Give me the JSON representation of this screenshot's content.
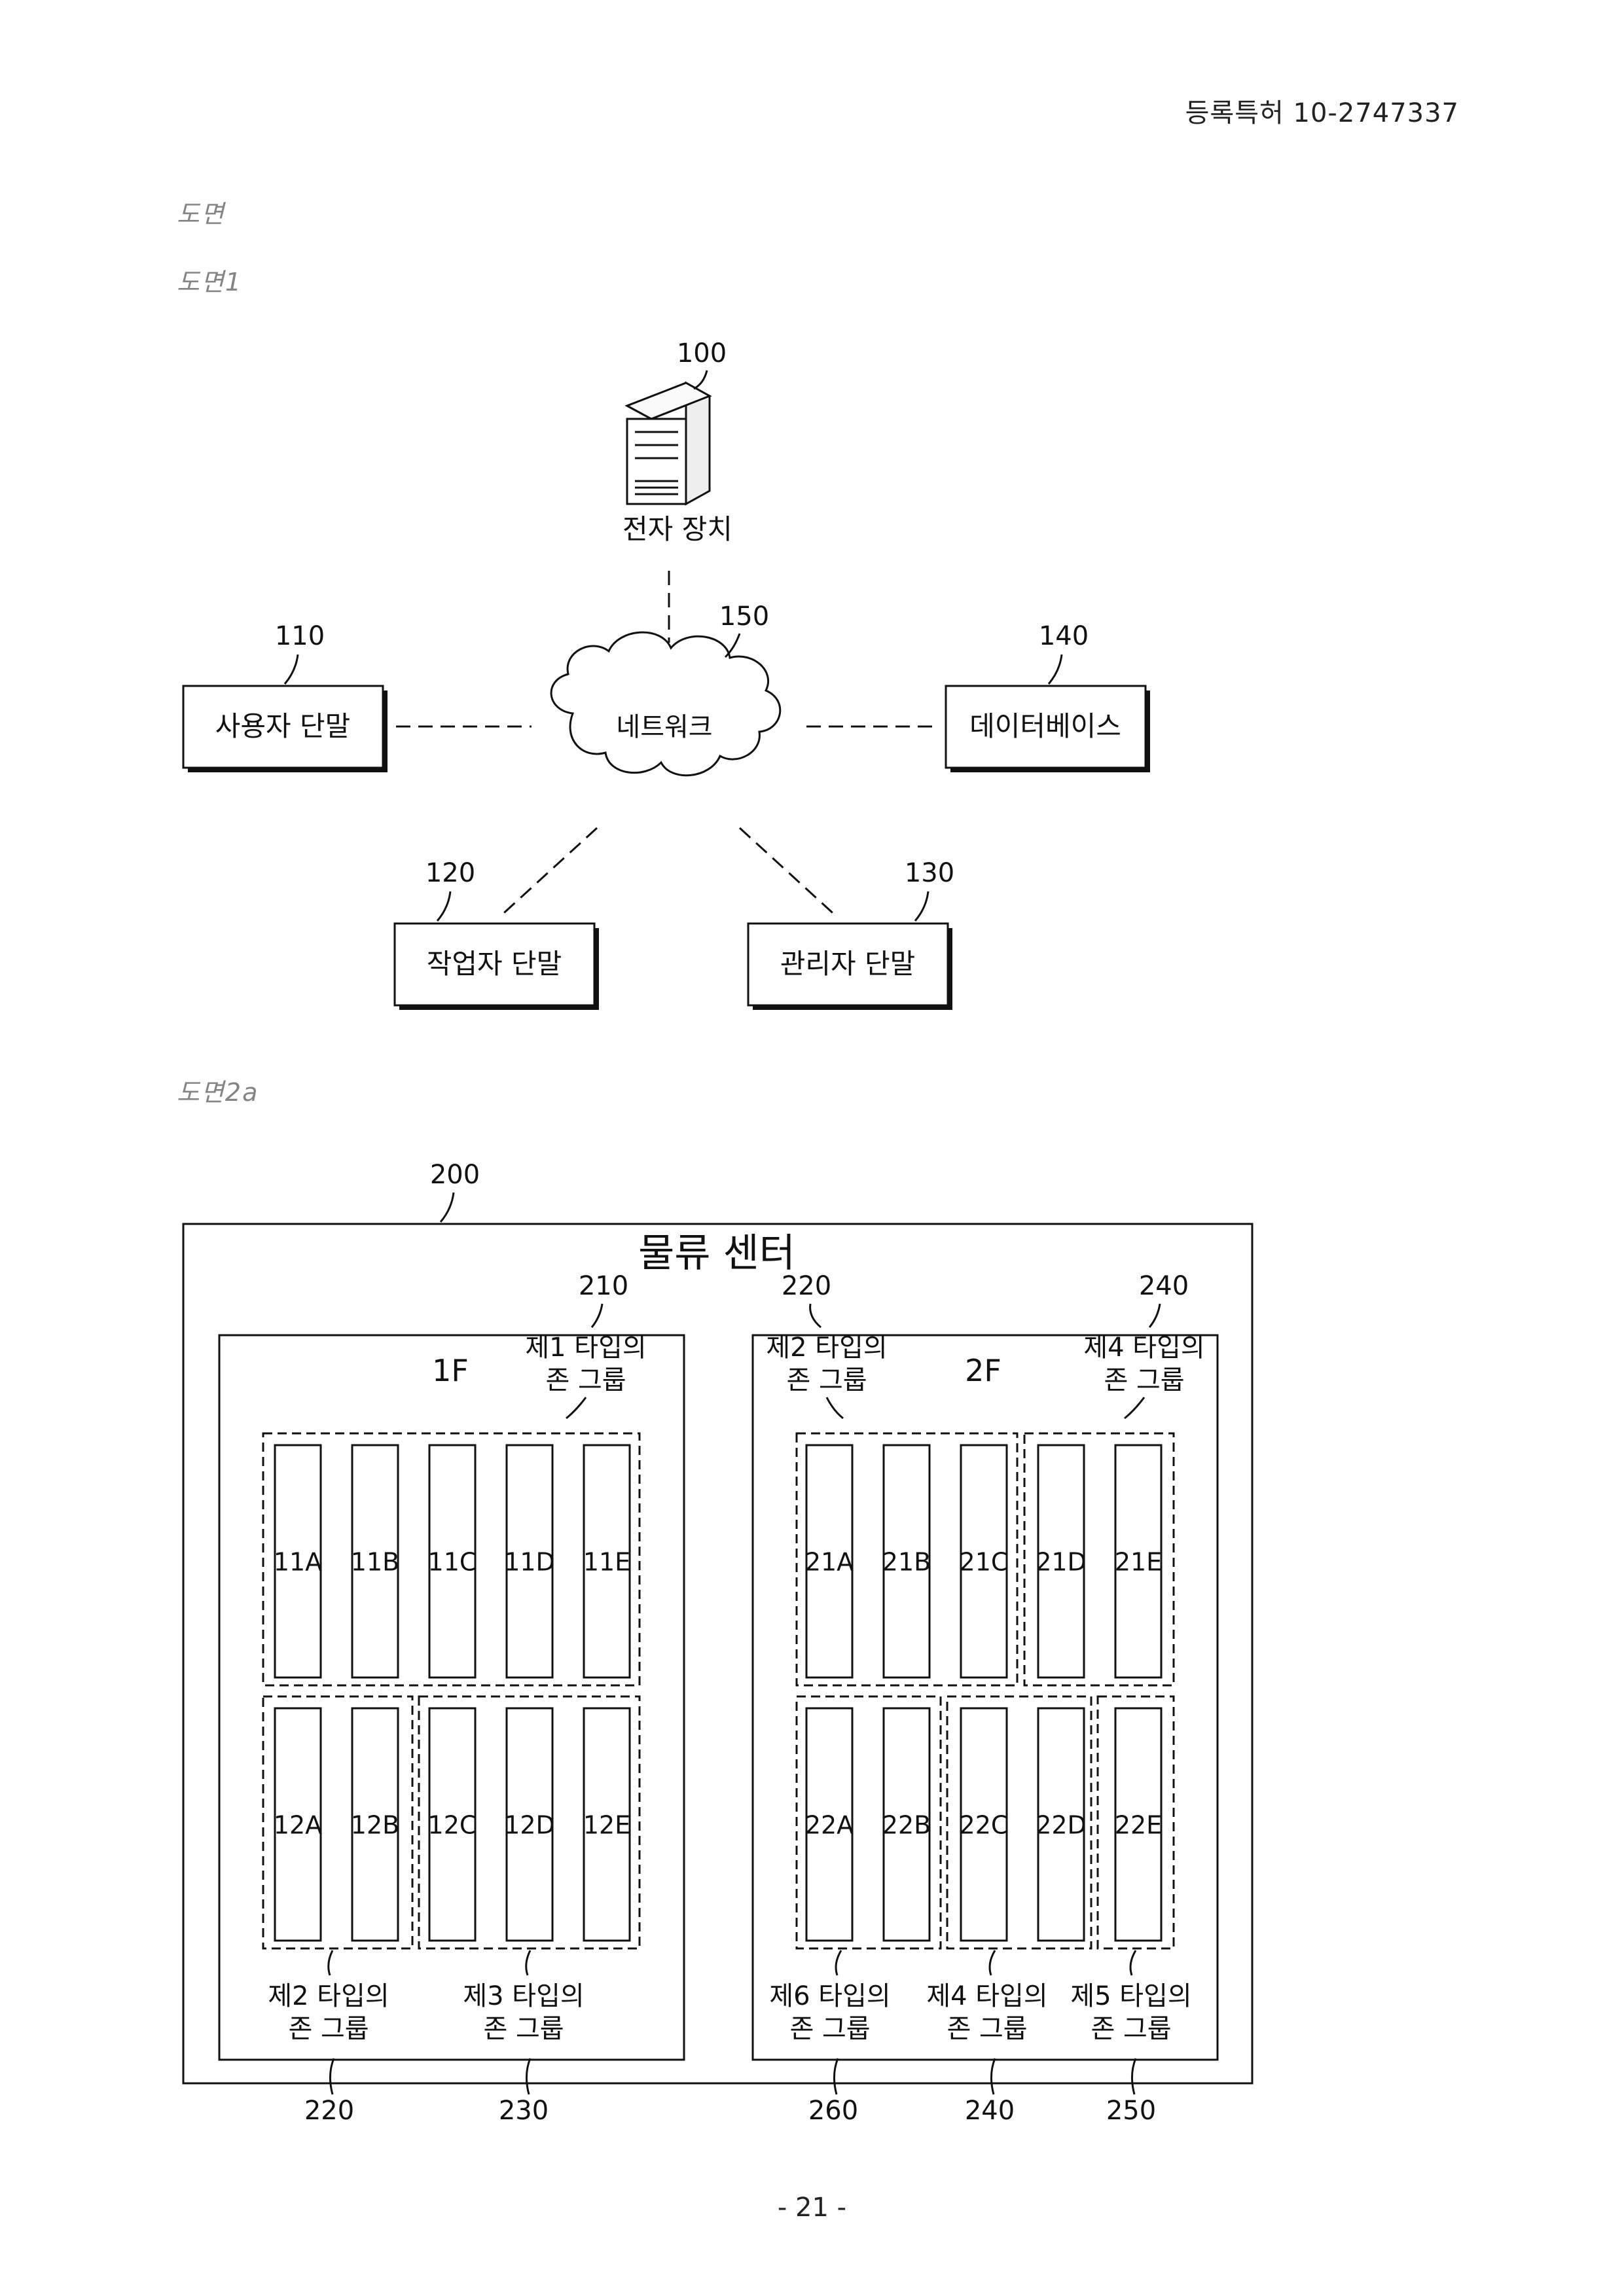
{
  "header": {
    "patent_id": "등록특허 10-2747337"
  },
  "sections": {
    "drawings": "도면",
    "fig1": "도면1",
    "fig2a": "도면2a"
  },
  "fig1": {
    "server": {
      "ref": "100",
      "label": "전자 장치"
    },
    "network": {
      "ref": "150",
      "label": "네트워크"
    },
    "user_terminal": {
      "ref": "110",
      "label": "사용자 단말"
    },
    "database": {
      "ref": "140",
      "label": "데이터베이스"
    },
    "worker_terminal": {
      "ref": "120",
      "label": "작업자 단말"
    },
    "admin_terminal": {
      "ref": "130",
      "label": "관리자 단말"
    }
  },
  "fig2a": {
    "center": {
      "ref": "200",
      "title": "물류 센터"
    },
    "floor1": {
      "name": "1F",
      "top_group": {
        "ref": "210",
        "line1": "제1 타입의",
        "line2": "존 그룹"
      },
      "row1": [
        "11A",
        "11B",
        "11C",
        "11D",
        "11E"
      ],
      "row2": [
        "12A",
        "12B",
        "12C",
        "12D",
        "12E"
      ],
      "bottom_groups": [
        {
          "ref": "220",
          "line1": "제2 타입의",
          "line2": "존 그룹"
        },
        {
          "ref": "230",
          "line1": "제3 타입의",
          "line2": "존 그룹"
        }
      ]
    },
    "floor2": {
      "name": "2F",
      "top_left_group": {
        "ref": "220",
        "line1": "제2 타입의",
        "line2": "존 그룹"
      },
      "top_right_group": {
        "ref": "240",
        "line1": "제4 타입의",
        "line2": "존 그룹"
      },
      "row1": [
        "21A",
        "21B",
        "21C",
        "21D",
        "21E"
      ],
      "row2": [
        "22A",
        "22B",
        "22C",
        "22D",
        "22E"
      ],
      "bottom_groups": [
        {
          "ref": "260",
          "line1": "제6 타입의",
          "line2": "존 그룹"
        },
        {
          "ref": "240",
          "line1": "제4 타입의",
          "line2": "존 그룹"
        },
        {
          "ref": "250",
          "line1": "제5 타입의",
          "line2": "존 그룹"
        }
      ]
    }
  },
  "footer": {
    "page": "- 21 -"
  }
}
